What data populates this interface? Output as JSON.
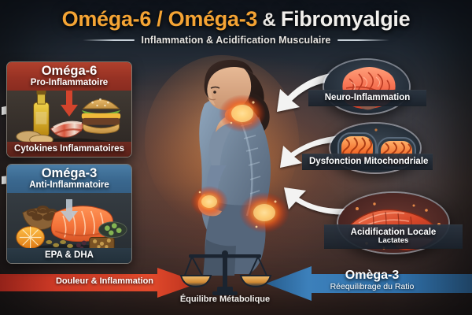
{
  "header": {
    "title_part1": "Oméga-6 / Oméga-3",
    "title_amp": " & ",
    "title_part2": "Fibromyalgie",
    "subtitle": "Inflammation & Acidification Musculaire"
  },
  "left_cards": [
    {
      "id": "omega6",
      "title": "Oméga-6",
      "subtitle": "Pro-Inflammatoire",
      "footer": "Cytokines Inflammatoires",
      "accent": "#973224",
      "food_items": [
        "oil-bottle",
        "bacon-strips",
        "cheeseburger",
        "bread-slices"
      ]
    },
    {
      "id": "omega3",
      "title": "Oméga-3",
      "subtitle": "Anti-Inflammatoire",
      "footer": "EPA & DHA",
      "accent": "#3a688f",
      "food_items": [
        "salmon-fillet",
        "walnut-bowl",
        "orange-slice",
        "seeds",
        "avocado-pieces"
      ]
    }
  ],
  "right_cards": [
    {
      "id": "neuro",
      "label": "Neuro-Inflammation",
      "sub": "",
      "image": "brain"
    },
    {
      "id": "mito",
      "label": "Dysfonction Mitochondriale",
      "sub": "",
      "image": "mitochondria"
    },
    {
      "id": "acid",
      "label": "Acidification Locale",
      "sub": "Lactates",
      "image": "muscle-fibers"
    }
  ],
  "center": {
    "image": "woman-in-pain-figure",
    "pain_points": [
      "shoulder",
      "elbow",
      "hip"
    ]
  },
  "bottom": {
    "left_arrow_label": "Douleur & Inflammation",
    "right_arrow_title": "Omèga-3",
    "right_arrow_sub": "Réequilibrage du Ratio",
    "scale_caption": "Équilibre Métabolique"
  },
  "colors": {
    "title_orange": "#f5a434",
    "title_white": "#f1efec",
    "red": "#c9322a",
    "blue": "#2f6fa8",
    "omega6_band": "#973224",
    "omega3_band": "#3a688f",
    "background_top": "#1d2634",
    "background_bottom": "#2a2526"
  }
}
